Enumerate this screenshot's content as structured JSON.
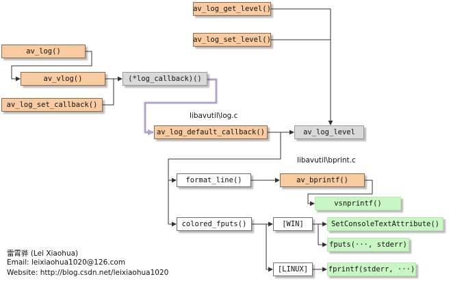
{
  "nodes": {
    "av_log_get_level": "av_log_get_level()",
    "av_log_set_level": "av_log_set_level()",
    "av_log": "av_log()",
    "av_vlog": "av_vlog()",
    "log_callback": "(*log_callback)()",
    "av_log_set_callback": "av_log_set_callback()",
    "av_log_default_callback": "av_log_default_callback()",
    "av_log_level": "av_log_level",
    "format_line": "format_line()",
    "av_bprintf": "av_bprintf()",
    "vsnprintf": "vsnprintf()",
    "colored_fputs": "colored_fputs()",
    "win": "[WIN]",
    "linux": "[LINUX]",
    "set_console_text_attribute": "SetConsoleTextAttribute()",
    "fputs": "fputs(···, stderr)",
    "fprintf": "fprintf(stderr, ···)"
  },
  "labels": {
    "log_c": "libavutil\\log.c",
    "bprint_c": "libavutil\\bprint.c"
  },
  "credits": {
    "author": "雷霄骅 (Lei Xiaohua)",
    "email": "Email:  leixiaohua1020@126.com",
    "website": "Website:  http://blog.csdn.net/leixiaohua1020"
  },
  "colors": {
    "line": "#333333",
    "callback_line": "#b3a3cf",
    "orange_fill": "#f8cba0",
    "gray_fill": "#d9d9d9",
    "green_fill": "#c9f7c4"
  }
}
